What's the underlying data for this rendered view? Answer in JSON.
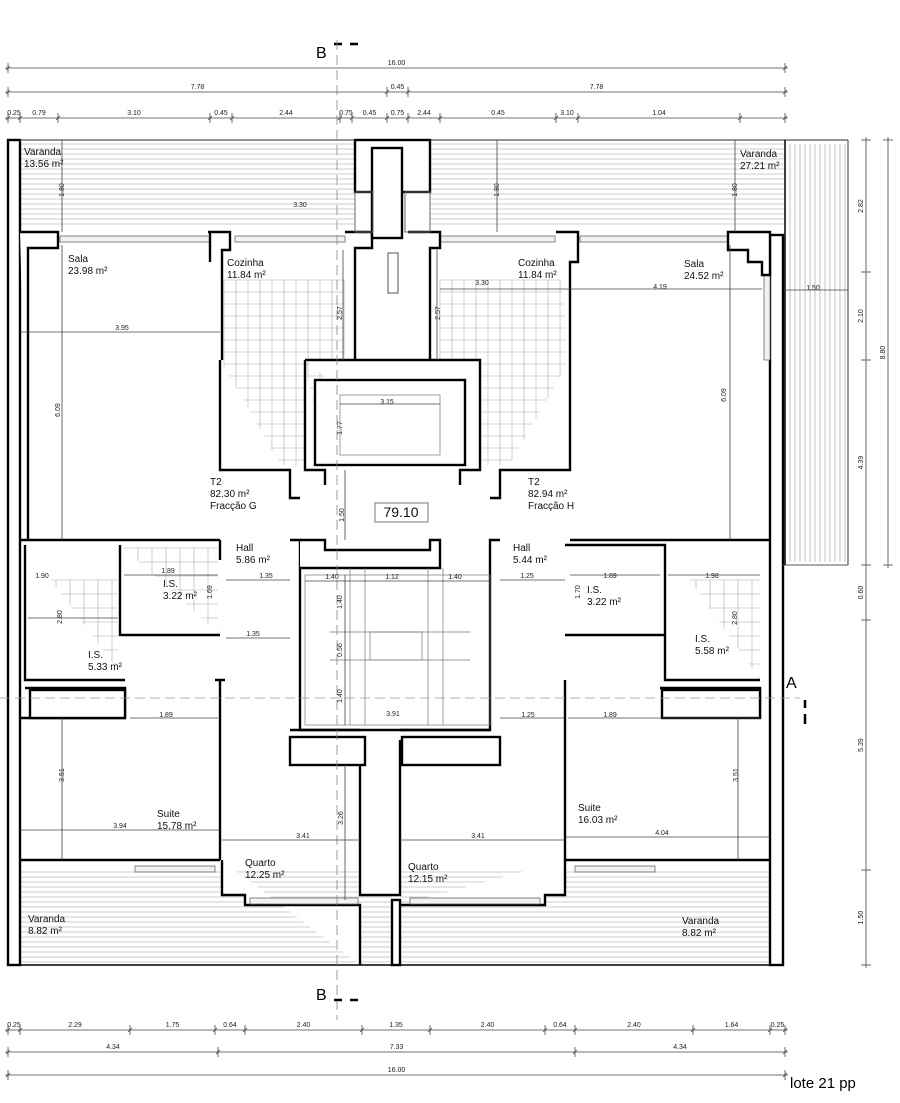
{
  "plan": {
    "caption": "lote 21 pp",
    "section_markers": {
      "b_top": "B",
      "b_bottom": "B",
      "a": "A"
    },
    "area_box": "79.10",
    "rooms": {
      "varanda_tl": {
        "name": "Varanda",
        "area": "13.56 m²"
      },
      "varanda_tr": {
        "name": "Varanda",
        "area": "27.21 m²"
      },
      "sala_l": {
        "name": "Sala",
        "area": "23.98 m²"
      },
      "cozinha_l": {
        "name": "Cozinha",
        "area": "11.84 m²"
      },
      "cozinha_r": {
        "name": "Cozinha",
        "area": "11.84 m²"
      },
      "sala_r": {
        "name": "Sala",
        "area": "24.52 m²"
      },
      "t2_g": {
        "type": "T2",
        "area": "82.30 m²",
        "unit": "Fracção G"
      },
      "t2_h": {
        "type": "T2",
        "area": "82.94 m²",
        "unit": "Fracção H"
      },
      "hall_l": {
        "name": "Hall",
        "area": "5.86 m²"
      },
      "hall_r": {
        "name": "Hall",
        "area": "5.44 m²"
      },
      "is_small_l": {
        "name": "I.S.",
        "area": "3.22 m²"
      },
      "is_small_r": {
        "name": "I.S.",
        "area": "3.22 m²"
      },
      "is_l": {
        "name": "I.S.",
        "area": "5.33 m²"
      },
      "is_r": {
        "name": "I.S.",
        "area": "5.58 m²"
      },
      "suite_l": {
        "name": "Suite",
        "area": "15.78 m²"
      },
      "suite_r": {
        "name": "Suite",
        "area": "16.03 m²"
      },
      "quarto_l": {
        "name": "Quarto",
        "area": "12.25 m²"
      },
      "quarto_r": {
        "name": "Quarto",
        "area": "12.15 m²"
      },
      "varanda_bl": {
        "name": "Varanda",
        "area": "8.82 m²"
      },
      "varanda_br": {
        "name": "Varanda",
        "area": "8.82 m²"
      }
    },
    "dimensions": {
      "top_row1": [
        "16.00"
      ],
      "top_row2": [
        "7.78",
        "0.45",
        "7.78"
      ],
      "top_row3": [
        "0.25",
        "0.79",
        "3.10",
        "0.45",
        "2.44",
        "0.75",
        "0.45",
        "0.75",
        "2.44",
        "0.45",
        "3.10",
        "1.04"
      ],
      "bottom_row1": [
        "0.25",
        "2.29",
        "1.75",
        "0.64",
        "2.40",
        "1.35",
        "2.40",
        "0.64",
        "2.40",
        "1.64",
        "0.25"
      ],
      "bottom_row2": [
        "4.34",
        "7.33",
        "4.34"
      ],
      "bottom_row3": [
        "16.00"
      ],
      "right_col1": [
        "2.82",
        "2.10",
        "4.39",
        "0.60",
        "5.39",
        "1.50"
      ],
      "right_col2": [
        "8.80"
      ],
      "interior": [
        "3.30",
        "1.80",
        "1.80",
        "1.80",
        "3.95",
        "6.09",
        "6.09",
        "2.57",
        "2.57",
        "3.30",
        "4.19",
        "1.50",
        "3.15",
        "1.77",
        "1.50",
        "1.90",
        "1.89",
        "1.69",
        "2.80",
        "1.35",
        "1.35",
        "1.40",
        "1.12",
        "1.40",
        "1.40",
        "0.56",
        "1.40",
        "3.91",
        "1.25",
        "1.89",
        "1.98",
        "1.70",
        "2.80",
        "1.89",
        "1.25",
        "1.89",
        "3.51",
        "3.51",
        "3.94",
        "3.41",
        "3.41",
        "3.26",
        "4.04"
      ]
    },
    "colors": {
      "walls": "#000000",
      "lines": "#777777",
      "background": "#ffffff"
    }
  }
}
